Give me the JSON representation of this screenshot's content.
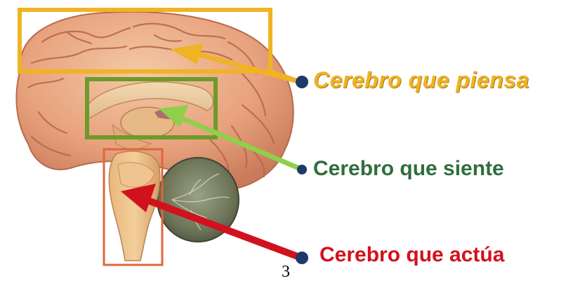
{
  "labels": {
    "think": "Cerebro que piensa",
    "feel": "Cerebro que siente",
    "act": "Cerebro que actúa"
  },
  "page_number": "3",
  "colors": {
    "think": "#f0b323",
    "feel": "#2f6e3e",
    "feel_box": "#6f9a2a",
    "feel_arrow": "#8fcf4a",
    "act": "#d1121e",
    "act_box": "#e0663c",
    "dot": "#1d3a6b"
  },
  "image": {
    "subject": "midsagittal-brain-model"
  }
}
